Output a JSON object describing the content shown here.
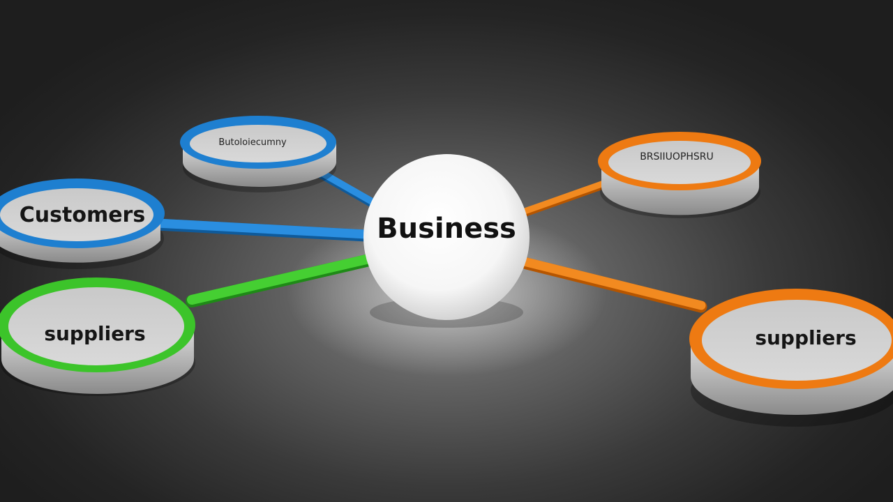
{
  "hub": {
    "label": "Business"
  },
  "nodes": [
    {
      "id": "top-left",
      "label": "Butoloiecumny",
      "color": "#1e7fd0"
    },
    {
      "id": "left",
      "label": "Customers",
      "color": "#1e7fd0"
    },
    {
      "id": "bottom-left",
      "label": "suppliers",
      "color": "#3cc42a"
    },
    {
      "id": "top-right",
      "label": "BRSIIUOPHSRU",
      "color": "#ee7a12"
    },
    {
      "id": "bottom-right",
      "label": "suppliers",
      "color": "#ee7a12"
    }
  ]
}
